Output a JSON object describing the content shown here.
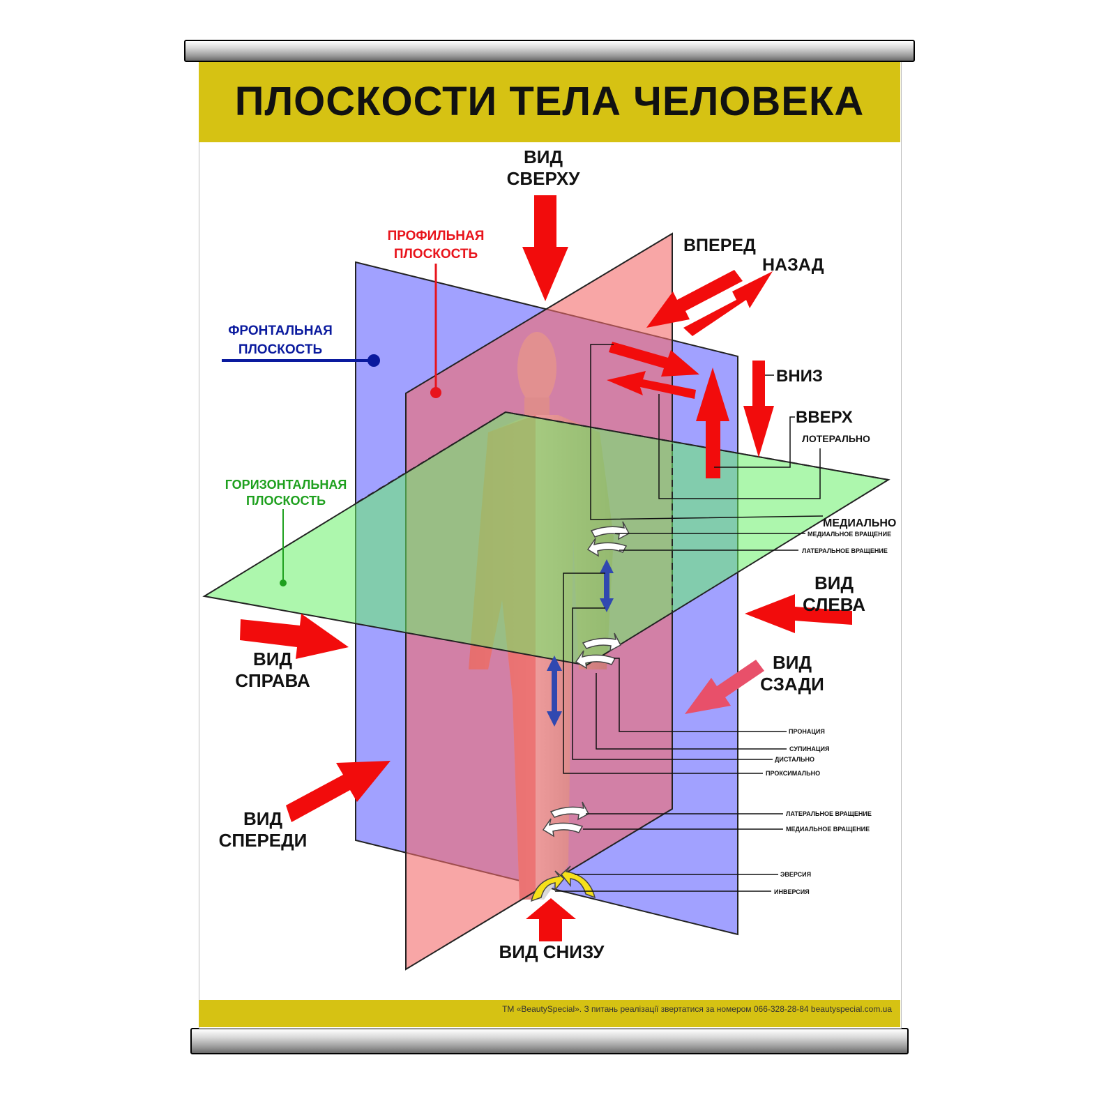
{
  "poster": {
    "title": "ПЛОСКОСТИ ТЕЛА ЧЕЛОВЕКА",
    "footer": "ТМ «BeautySpecial». З питань реалізації звертатися за номером 066-328-28-84  beautyspecial.com.ua"
  },
  "planes": {
    "frontal": {
      "line1": "ФРОНТАЛЬНАЯ",
      "line2": "ПЛОСКОСТЬ",
      "color": "#0a1a9e"
    },
    "profile": {
      "line1": "ПРОФИЛЬНАЯ",
      "line2": "ПЛОСКОСТЬ",
      "color": "#e8141c"
    },
    "horizontal": {
      "line1": "ГОРИЗОНТАЛЬНАЯ",
      "line2": "ПЛОСКОСТЬ",
      "color": "#1ea01e"
    }
  },
  "views": {
    "top": {
      "line1": "ВИД",
      "line2": "СВЕРХУ"
    },
    "left": {
      "line1": "ВИД",
      "line2": "СЛЕВА"
    },
    "back": {
      "line1": "ВИД",
      "line2": "СЗАДИ"
    },
    "right": {
      "line1": "ВИД",
      "line2": "СПРАВА"
    },
    "front": {
      "line1": "ВИД",
      "line2": "СПЕРЕДИ"
    },
    "bottom": {
      "line1": "ВИД СНИЗУ"
    }
  },
  "directions": {
    "forward": "ВПЕРЕД",
    "backward": "НАЗАД",
    "down": "ВНИЗ",
    "up": "ВВЕРХ",
    "lateral": "ЛОТЕРАЛЬНО",
    "medial": "МЕДИАЛЬНО"
  },
  "movements": {
    "shoulder_medial_rotation": "МЕДИАЛЬНОЕ ВРАЩЕНИЕ",
    "shoulder_lateral_rotation": "ЛАТЕРАЛЬНОЕ ВРАЩЕНИЕ",
    "pronation": "ПРОНАЦИЯ",
    "supination": "СУПИНАЦИЯ",
    "distal": "ДИСТАЛЬНО",
    "proximal": "ПРОКСИМАЛЬНО",
    "knee_lateral_rotation": "ЛАТЕРАЛЬНОЕ ВРАЩЕНИЕ",
    "knee_medial_rotation": "МЕДИАЛЬНОЕ ВРАЩЕНИЕ",
    "eversion": "ЭВЕРСИЯ",
    "inversion": "ИНВЕРСИЯ"
  },
  "colors": {
    "band": "#d6c213",
    "arrow": "#f20c0c",
    "frontal_plane": "#7d7dff",
    "profile_plane": "#f36a6a",
    "horizontal_plane": "#6af06a"
  }
}
